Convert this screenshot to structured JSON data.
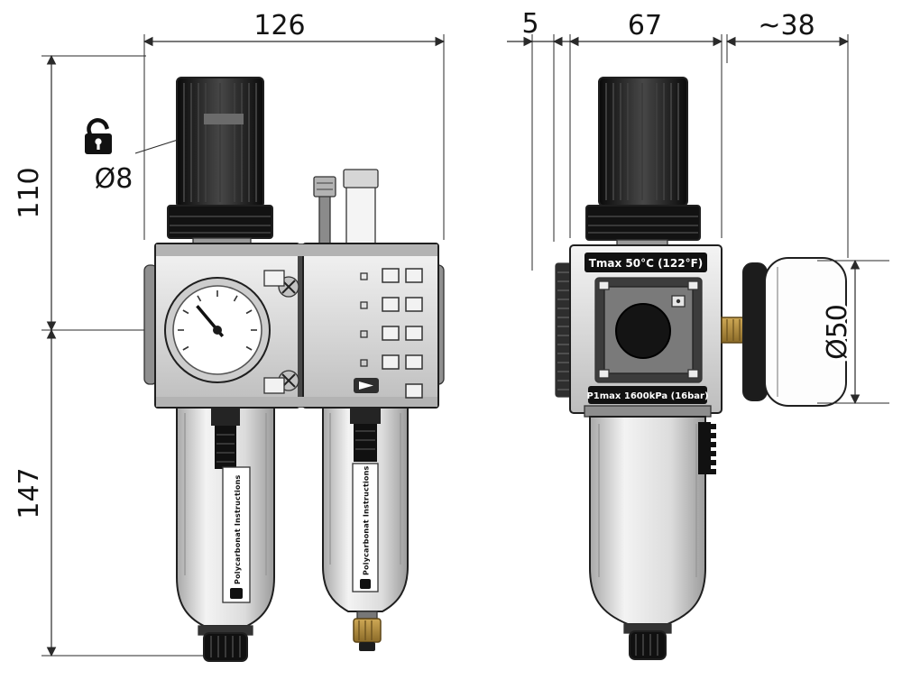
{
  "drawing": {
    "type": "technical-dimension-drawing",
    "subject": "filter-regulator-lubricator-unit",
    "dimensions": {
      "front_width": "126",
      "upper_height": "110",
      "lower_height": "147",
      "port_diameter": "Ø8",
      "bracket_offset": "5",
      "body_width": "67",
      "gauge_depth": "~38",
      "gauge_diameter": "Ø50"
    },
    "labels": {
      "bowl_label": "Polycarbonat Instructions",
      "tmax": "Tmax 50°C (122°F)",
      "p1max": "P1max 1600kPa (16bar)"
    },
    "icons": {
      "padlock": "unlocked-padlock-icon",
      "flow_arrow": "arrow-right-icon",
      "gauge": "pressure-gauge"
    },
    "colors": {
      "line": "#1f1f1f",
      "knob_dark": "#141414",
      "body_metal": "#cccccc",
      "brass": "#b08d3e",
      "gauge_face": "#ffffff",
      "label_band": "#111111"
    }
  }
}
